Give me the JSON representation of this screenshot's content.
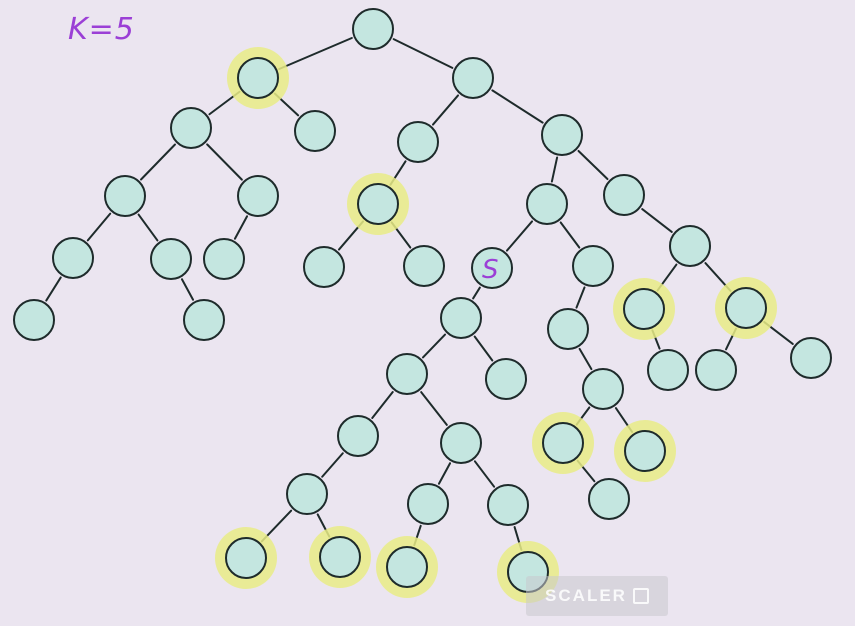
{
  "annotation": {
    "k_label": "K=5",
    "source_marker": "S"
  },
  "watermark": {
    "text": "SCALER"
  },
  "colors": {
    "background": "#ebe5f0",
    "node_fill": "#c4e6e0",
    "node_stroke": "#1e2b2b",
    "highlight": "#e9ec86",
    "edge": "#1e2b2b",
    "annotation": "#9b3fd6"
  }
}
